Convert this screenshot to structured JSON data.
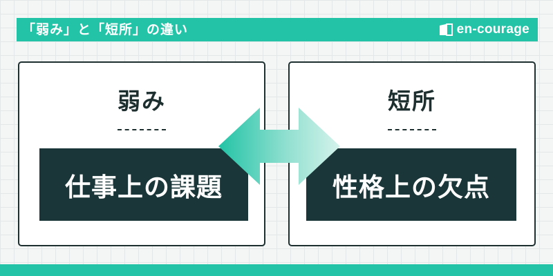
{
  "header": {
    "title": "「弱み」と「短所」の違い",
    "brand": "en-courage",
    "brand_icon": "en-courage-logo-icon"
  },
  "panels": [
    {
      "heading": "弱み",
      "meaning": "仕事上の課題"
    },
    {
      "heading": "短所",
      "meaning": "性格上の欠点"
    }
  ],
  "arrow": {
    "icon": "double-arrow-icon"
  },
  "colors": {
    "accent": "#22c3a6",
    "dark": "#1a3638",
    "border": "#1e2f30",
    "background": "#f4f6f6"
  }
}
